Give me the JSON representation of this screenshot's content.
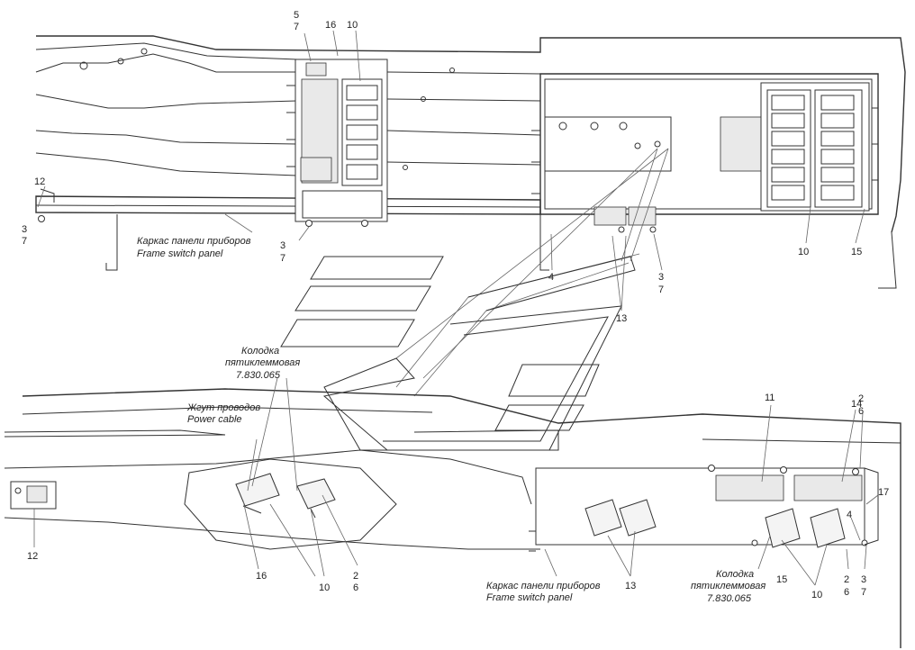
{
  "labels": {
    "top_left": {
      "n5": "5",
      "n7a": "7",
      "n16": "16",
      "n10": "10",
      "n12": "12",
      "n3": "3",
      "n7b": "7",
      "n3b": "3",
      "n7c": "7",
      "frame_ru": "Каркас панели приборов",
      "frame_en": "Frame switch panel"
    },
    "top_right": {
      "n10": "10",
      "n15": "15",
      "n4": "4",
      "n3": "3",
      "n7": "7",
      "n13": "13"
    },
    "bottom_left": {
      "conn_ru1": "Колодка",
      "conn_ru2": "пятиклеммовая",
      "conn_code": "7.830.065",
      "harness_ru": "Жгут проводов",
      "harness_en": "Power cable",
      "n12": "12",
      "n16": "16",
      "n10": "10",
      "n2": "2",
      "n6": "6"
    },
    "bottom_right": {
      "n11": "11",
      "n14": "14",
      "n2": "2",
      "n6": "6",
      "n17": "17",
      "n4": "4",
      "frame_ru": "Каркас панели приборов",
      "frame_en": "Frame switch panel",
      "n13": "13",
      "conn_ru1": "Колодка",
      "conn_ru2": "пятиклеммовая",
      "conn_code": "7.830.065",
      "n15": "15",
      "n10": "10",
      "n2b": "2",
      "n6b": "6",
      "n3": "3",
      "n7": "7"
    }
  }
}
